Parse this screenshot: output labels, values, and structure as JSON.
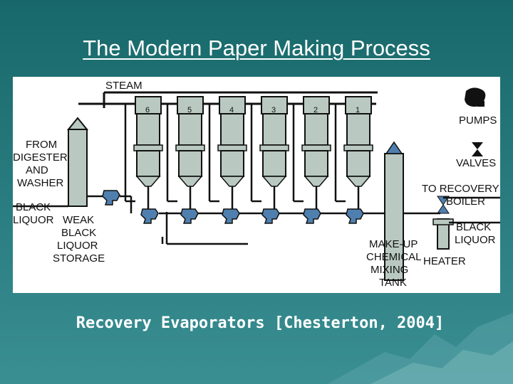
{
  "slide": {
    "title": "The Modern Paper Making Process",
    "caption": "Recovery Evaporators [Chesterton, 2004]"
  },
  "diagram": {
    "labels": {
      "steam": "STEAM",
      "from_digester": [
        "FROM",
        "DIGESTER",
        "AND",
        "WASHER"
      ],
      "black_liquor_in": [
        "BLACK",
        "LIQUOR"
      ],
      "weak_storage": [
        "WEAK",
        "BLACK",
        "LIQUOR",
        "STORAGE"
      ],
      "mixing_tank": [
        "MAKE-UP",
        "CHEMICAL",
        "MIXING",
        "TANK"
      ],
      "heater": "HEATER",
      "to_recovery": [
        "TO RECOVERY",
        "BOILER"
      ],
      "black_liquor_out": [
        "BLACK",
        "LIQUOR"
      ],
      "pumps": "PUMPS",
      "valves": "VALVES"
    },
    "evaporator_numbers": [
      "6",
      "5",
      "4",
      "3",
      "2",
      "1"
    ]
  },
  "colors": {
    "background": "#1f7073",
    "vessel_fill": "#b9c9c1",
    "pump_fill": "#4f7fae",
    "line": "#111111"
  }
}
